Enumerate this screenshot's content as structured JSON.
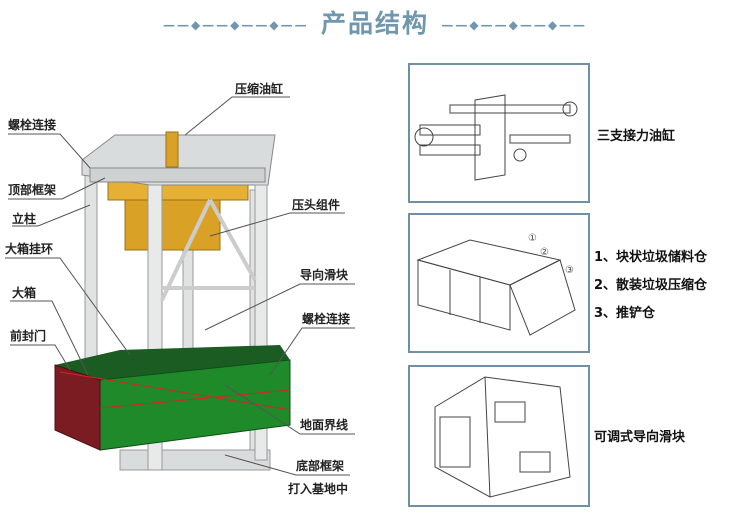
{
  "header": {
    "title": "产品结构"
  },
  "main_diagram": {
    "labels": {
      "cylinder": "压缩油缸",
      "bolt_top": "螺栓连接",
      "top_frame": "顶部框架",
      "column": "立柱",
      "box_ring": "大箱挂环",
      "big_box": "大箱",
      "front_door": "前封门",
      "press_head": "压头组件",
      "guide_slider": "导向滑块",
      "bolt_side": "螺栓连接",
      "ground_line": "地面界线",
      "bottom_frame": "底部框架",
      "embedded": "打入基地中"
    }
  },
  "panels": [
    {
      "labels": [
        "三支接力油缸"
      ]
    },
    {
      "labels": [
        "1、块状垃圾储料仓",
        "2、散装垃圾压缩仓",
        "3、推铲仓"
      ],
      "markers": [
        "①",
        "②",
        "③"
      ]
    },
    {
      "labels": [
        "可调式导向滑块"
      ]
    }
  ],
  "colors": {
    "title": "#6f97ad",
    "frame": "#d9dcdc",
    "box": "#1e8a2a",
    "press": "#d9a227",
    "door": "#7a1c22"
  }
}
